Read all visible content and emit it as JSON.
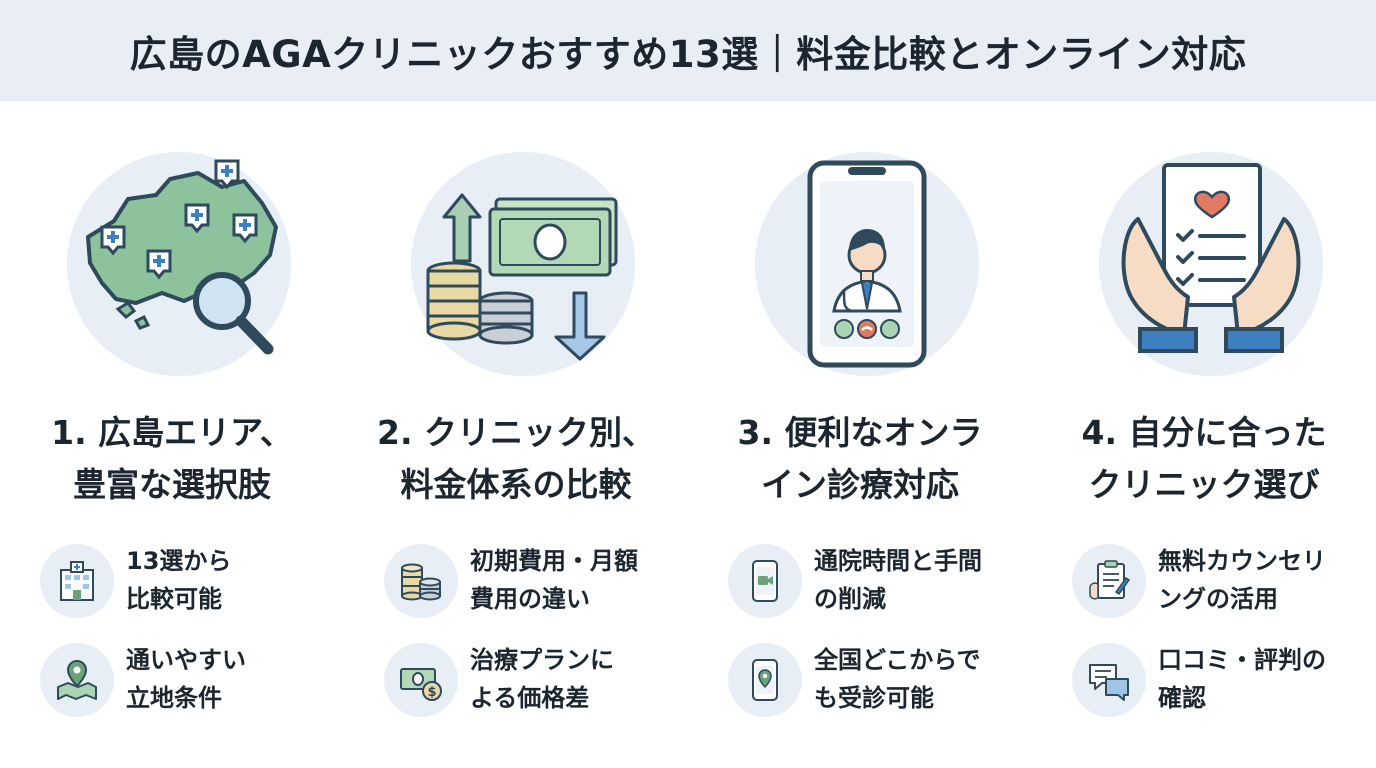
{
  "header": {
    "title": "広島のAGAクリニックおすすめ13選｜料金比較とオンライン対応"
  },
  "columns": [
    {
      "hero_icon": "hiroshima-map-with-clinic-pins-and-magnifier-icon",
      "title": "1. 広島エリア、\n豊富な選択肢",
      "features": [
        {
          "icon": "hospital-building-icon",
          "text": "13選から\n比較可能"
        },
        {
          "icon": "map-location-pin-icon",
          "text": "通いやすい\n立地条件"
        }
      ]
    },
    {
      "hero_icon": "banknotes-coins-and-price-arrows-icon",
      "title": "2. クリニック別、\n料金体系の比較",
      "features": [
        {
          "icon": "coin-stacks-icon",
          "text": "初期費用・月額\n費用の違い"
        },
        {
          "icon": "banknote-with-dollar-coin-icon",
          "text": "治療プランに\nよる価格差"
        }
      ]
    },
    {
      "hero_icon": "smartphone-video-call-doctor-icon",
      "title": "3. 便利なオンラ\nイン診療対応",
      "features": [
        {
          "icon": "smartphone-video-camera-icon",
          "text": "通院時間と手間\nの削減"
        },
        {
          "icon": "smartphone-location-pin-icon",
          "text": "全国どこからで\nも受診可能"
        }
      ]
    },
    {
      "hero_icon": "hands-holding-checklist-with-heart-icon",
      "title": "4. 自分に合った\nクリニック選び",
      "features": [
        {
          "icon": "clipboard-consultation-icon",
          "text": "無料カウンセリ\nングの活用"
        },
        {
          "icon": "speech-bubbles-reviews-icon",
          "text": "口コミ・評判の\n確認"
        }
      ]
    }
  ]
}
